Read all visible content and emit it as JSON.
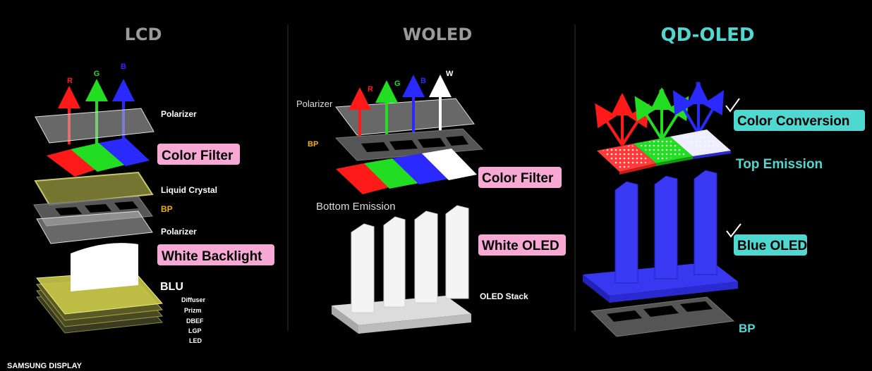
{
  "panels": {
    "lcd": {
      "title": "LCD",
      "arrows": [
        "R",
        "G",
        "B"
      ],
      "layers": {
        "polarizer_top": "Polarizer",
        "color_filter": "Color Filter",
        "liquid_crystal": "Liquid Crystal",
        "bp": "BP",
        "polarizer_bottom": "Polarizer",
        "white_backlight": "White Backlight",
        "blu": "BLU",
        "blu_sub": [
          "Diffuser",
          "Prizm",
          "DBEF",
          "LGP",
          "LED"
        ]
      }
    },
    "woled": {
      "title": "WOLED",
      "arrows": [
        "R",
        "G",
        "B",
        "W"
      ],
      "layers": {
        "polarizer": "Polarizer",
        "bp": "BP",
        "color_filter": "Color Filter",
        "bottom_emission": "Bottom Emission",
        "white_oled": "White OLED",
        "oled_stack": "OLED Stack"
      }
    },
    "qdoled": {
      "title": "QD-OLED",
      "arrows": [
        "R",
        "G",
        "B"
      ],
      "layers": {
        "color_conversion": "Color Conversion",
        "top_emission": "Top Emission",
        "blue_oled": "Blue OLED",
        "bp": "BP"
      }
    }
  },
  "footer": {
    "brand": "SAMSUNG DISPLAY"
  },
  "colors": {
    "red": "#ff1a1a",
    "green": "#22dd22",
    "blue": "#2a2aff",
    "pink_box": "#f7a8d4",
    "teal": "#4fd8d0",
    "gray_title": "#9a9a9a",
    "bp_label": "#f0b000",
    "qd_blue": "#3838f0"
  }
}
